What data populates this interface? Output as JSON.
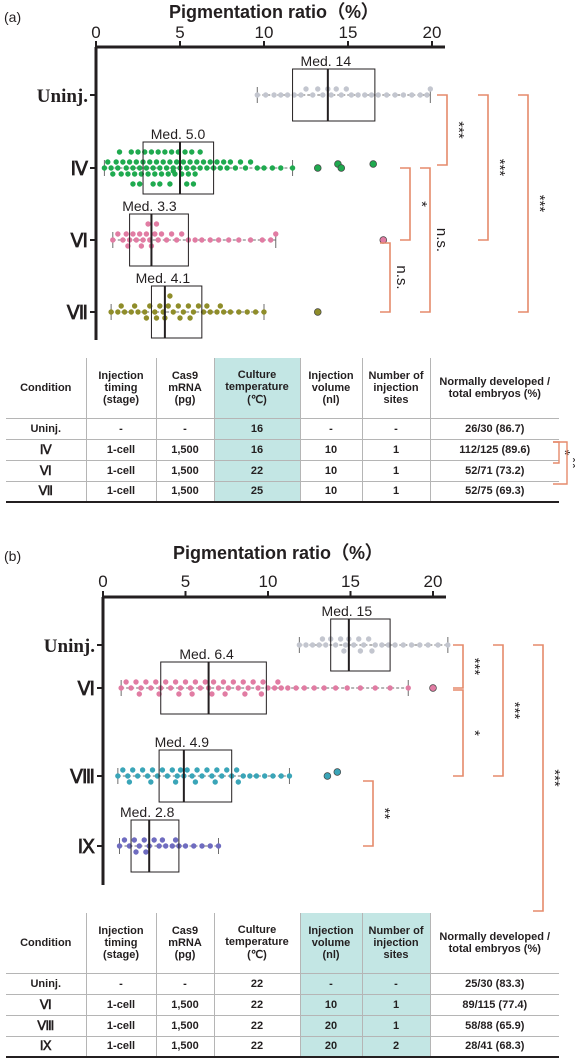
{
  "chart_data": [
    {
      "panel": "(a)",
      "type": "scatter",
      "title": "Pigmentation ratio（%）",
      "xlim": [
        0,
        20
      ],
      "x_ticks": [
        0,
        5,
        10,
        15,
        20
      ],
      "categories": [
        "Uninj.",
        "Ⅳ",
        "Ⅵ",
        "Ⅶ"
      ],
      "colors": [
        "#c3c6cf",
        "#1faa4f",
        "#e17ca3",
        "#8f8d2a"
      ],
      "series": [
        {
          "label": "Uninj.",
          "median_label": "Med. 14",
          "median": 13.8,
          "q1": 11.7,
          "q3": 16.6,
          "min": 9.6,
          "max": 19.9,
          "values": [
            9.6,
            10.1,
            10.6,
            11.0,
            11.4,
            11.8,
            12.2,
            12.5,
            12.9,
            13.2,
            13.5,
            13.8,
            14.0,
            14.3,
            14.6,
            14.9,
            15.2,
            15.6,
            16.0,
            16.4,
            16.8,
            17.3,
            17.8,
            18.3,
            18.8,
            19.3,
            19.7,
            19.9
          ],
          "outliers": []
        },
        {
          "label": "Ⅳ",
          "median_label": "Med. 5.0",
          "median": 5.0,
          "q1": 2.8,
          "q3": 7.0,
          "min": 0.5,
          "max": 11.7,
          "values": [
            0.5,
            0.7,
            0.9,
            1.0,
            1.2,
            1.3,
            1.5,
            1.6,
            1.8,
            1.9,
            2.0,
            2.1,
            2.2,
            2.3,
            2.4,
            2.5,
            2.6,
            2.7,
            2.8,
            2.9,
            3.0,
            3.1,
            3.2,
            3.3,
            3.4,
            3.5,
            3.6,
            3.7,
            3.8,
            3.9,
            4.0,
            4.1,
            4.2,
            4.3,
            4.4,
            4.5,
            4.6,
            4.7,
            4.8,
            4.9,
            5.0,
            5.1,
            5.2,
            5.3,
            5.4,
            5.5,
            5.6,
            5.7,
            5.8,
            5.9,
            6.0,
            6.2,
            6.4,
            6.6,
            6.8,
            7.0,
            7.2,
            7.4,
            7.6,
            7.8,
            8.0,
            8.3,
            8.6,
            8.9,
            9.2,
            9.6,
            10.0,
            10.5,
            11.0,
            11.7,
            1.4,
            2.6,
            3.4,
            4.4,
            5.4,
            6.2,
            2.2,
            3.8,
            4.6,
            5.8
          ],
          "outliers": [
            13.2,
            14.4,
            14.6,
            16.5
          ]
        },
        {
          "label": "Ⅵ",
          "median_label": "Med. 3.3",
          "median": 3.3,
          "q1": 2.0,
          "q3": 5.5,
          "min": 1.0,
          "max": 10.7,
          "values": [
            1.0,
            1.3,
            1.6,
            1.8,
            2.0,
            2.2,
            2.4,
            2.6,
            2.8,
            3.0,
            3.2,
            3.3,
            3.5,
            3.7,
            3.9,
            4.2,
            4.5,
            4.8,
            5.1,
            5.5,
            5.9,
            6.3,
            6.8,
            7.3,
            7.9,
            8.5,
            9.2,
            9.9,
            10.4,
            10.7,
            1.9,
            2.7,
            3.1,
            3.6
          ],
          "outliers": [
            17.1
          ]
        },
        {
          "label": "Ⅶ",
          "median_label": "Med. 4.1",
          "median": 4.1,
          "q1": 3.3,
          "q3": 6.3,
          "min": 0.9,
          "max": 10.0,
          "values": [
            0.9,
            1.3,
            1.7,
            2.1,
            2.5,
            2.9,
            3.2,
            3.5,
            3.8,
            4.0,
            4.1,
            4.3,
            4.6,
            4.9,
            5.2,
            5.5,
            5.8,
            6.1,
            6.4,
            6.8,
            7.2,
            7.6,
            8.0,
            8.5,
            9.0,
            9.5,
            10.0,
            1.5,
            2.3,
            3.0,
            3.6,
            4.4,
            5.0,
            5.6,
            6.6,
            7.4
          ],
          "outliers": [
            13.2
          ]
        }
      ],
      "significance": [
        {
          "pair": [
            "Uninj.",
            "Ⅳ"
          ],
          "label": "***"
        },
        {
          "pair": [
            "Uninj.",
            "Ⅵ"
          ],
          "label": "***"
        },
        {
          "pair": [
            "Uninj.",
            "Ⅶ"
          ],
          "label": "***"
        },
        {
          "pair": [
            "Ⅳ",
            "Ⅵ"
          ],
          "label": "*"
        },
        {
          "pair": [
            "Ⅳ",
            "Ⅶ"
          ],
          "label": "n.s."
        },
        {
          "pair": [
            "Ⅵ",
            "Ⅶ"
          ],
          "label": "n.s."
        }
      ]
    },
    {
      "panel": "(b)",
      "type": "scatter",
      "title": "Pigmentation ratio（%）",
      "xlim": [
        0,
        20
      ],
      "x_ticks": [
        0,
        5,
        10,
        15,
        20
      ],
      "categories": [
        "Uninj.",
        "Ⅵ",
        "Ⅷ",
        "Ⅸ"
      ],
      "colors": [
        "#c3c6cf",
        "#e17ca3",
        "#3aa5b8",
        "#6f6cc0"
      ],
      "series": [
        {
          "label": "Uninj.",
          "median_label": "Med. 15",
          "median": 14.9,
          "q1": 13.8,
          "q3": 17.4,
          "min": 11.9,
          "max": 20.9,
          "values": [
            11.9,
            12.3,
            12.7,
            13.1,
            13.5,
            13.8,
            14.1,
            14.4,
            14.7,
            14.9,
            15.2,
            15.5,
            15.8,
            16.1,
            16.5,
            16.9,
            17.3,
            17.7,
            18.2,
            18.7,
            19.2,
            19.7,
            20.3,
            20.9,
            13.3,
            14.6,
            15.6,
            16.3
          ],
          "outliers": []
        },
        {
          "label": "Ⅵ",
          "median_label": "Med. 6.4",
          "median": 6.4,
          "q1": 3.5,
          "q3": 9.9,
          "min": 1.1,
          "max": 18.5,
          "values": [
            1.1,
            1.4,
            1.7,
            2.0,
            2.3,
            2.6,
            2.9,
            3.2,
            3.5,
            3.8,
            4.1,
            4.4,
            4.7,
            5.0,
            5.3,
            5.6,
            5.9,
            6.2,
            6.4,
            6.7,
            7.0,
            7.3,
            7.6,
            7.9,
            8.2,
            8.5,
            8.8,
            9.1,
            9.4,
            9.7,
            10.0,
            10.4,
            10.8,
            11.2,
            11.7,
            12.2,
            12.8,
            13.4,
            14.1,
            14.8,
            15.6,
            16.5,
            17.4,
            18.5,
            2.2,
            3.4,
            4.6,
            5.4,
            6.6,
            7.4,
            8.6,
            9.6,
            10.6
          ],
          "outliers": [
            20.0
          ]
        },
        {
          "label": "Ⅷ",
          "median_label": "Med. 4.9",
          "median": 4.9,
          "q1": 3.4,
          "q3": 7.8,
          "min": 0.9,
          "max": 11.3,
          "values": [
            0.9,
            1.2,
            1.5,
            1.8,
            2.1,
            2.4,
            2.7,
            3.0,
            3.3,
            3.6,
            3.9,
            4.2,
            4.5,
            4.7,
            4.9,
            5.1,
            5.4,
            5.7,
            6.0,
            6.3,
            6.6,
            6.9,
            7.2,
            7.5,
            7.8,
            8.1,
            8.5,
            8.9,
            9.3,
            9.8,
            10.3,
            10.8,
            11.3,
            1.6,
            2.9,
            4.4,
            5.6,
            6.8,
            8.2
          ],
          "outliers": [
            13.6,
            14.2
          ]
        },
        {
          "label": "Ⅸ",
          "median_label": "Med. 2.8",
          "median": 2.8,
          "q1": 1.7,
          "q3": 4.6,
          "min": 1.0,
          "max": 7.0,
          "values": [
            1.0,
            1.3,
            1.6,
            1.9,
            2.2,
            2.5,
            2.8,
            3.1,
            3.4,
            3.8,
            4.2,
            4.6,
            5.0,
            5.5,
            6.0,
            6.5,
            7.0,
            2.0,
            2.6,
            3.6,
            4.4
          ],
          "outliers": []
        }
      ],
      "significance": [
        {
          "pair": [
            "Uninj.",
            "Ⅵ"
          ],
          "label": "***"
        },
        {
          "pair": [
            "Uninj.",
            "Ⅷ"
          ],
          "label": "***"
        },
        {
          "pair": [
            "Uninj.",
            "Ⅸ"
          ],
          "label": "***"
        },
        {
          "pair": [
            "Ⅵ",
            "Ⅷ"
          ],
          "label": "*"
        },
        {
          "pair": [
            "Ⅷ",
            "Ⅸ"
          ],
          "label": "**"
        }
      ]
    }
  ],
  "tables": [
    {
      "headers": [
        "Condition",
        "Injection timing (stage)",
        "Cas9 mRNA (pg)",
        "Culture temperature (℃)",
        "Injection volume (nl)",
        "Number of injection sites",
        "Normally developed / total embryos (%)"
      ],
      "highlight_columns": [
        3
      ],
      "rows": [
        [
          "Uninj.",
          "-",
          "-",
          "16",
          "-",
          "-",
          "26/30 (86.7)"
        ],
        [
          "Ⅳ",
          "1-cell",
          "1,500",
          "16",
          "10",
          "1",
          "112/125 (89.6)"
        ],
        [
          "Ⅵ",
          "1-cell",
          "1,500",
          "22",
          "10",
          "1",
          "52/71 (73.2)"
        ],
        [
          "Ⅶ",
          "1-cell",
          "1,500",
          "25",
          "10",
          "1",
          "52/75 (69.3)"
        ]
      ],
      "significance": [
        {
          "rows": [
            "Ⅳ",
            "Ⅵ"
          ],
          "label": "*"
        },
        {
          "rows": [
            "Ⅳ",
            "Ⅶ"
          ],
          "label": "**"
        }
      ]
    },
    {
      "headers": [
        "Condition",
        "Injection timing (stage)",
        "Cas9 mRNA (pg)",
        "Culture temperature (℃)",
        "Injection volume (nl)",
        "Number of injection sites",
        "Normally developed / total embryos (%)"
      ],
      "highlight_columns": [
        4,
        5
      ],
      "rows": [
        [
          "Uninj.",
          "-",
          "-",
          "22",
          "-",
          "-",
          "25/30 (83.3)"
        ],
        [
          "Ⅵ",
          "1-cell",
          "1,500",
          "22",
          "10",
          "1",
          "89/115 (77.4)"
        ],
        [
          "Ⅷ",
          "1-cell",
          "1,500",
          "22",
          "20",
          "1",
          "58/88 (65.9)"
        ],
        [
          "Ⅸ",
          "1-cell",
          "1,500",
          "22",
          "20",
          "2",
          "28/41 (68.3)"
        ]
      ],
      "significance": []
    }
  ]
}
